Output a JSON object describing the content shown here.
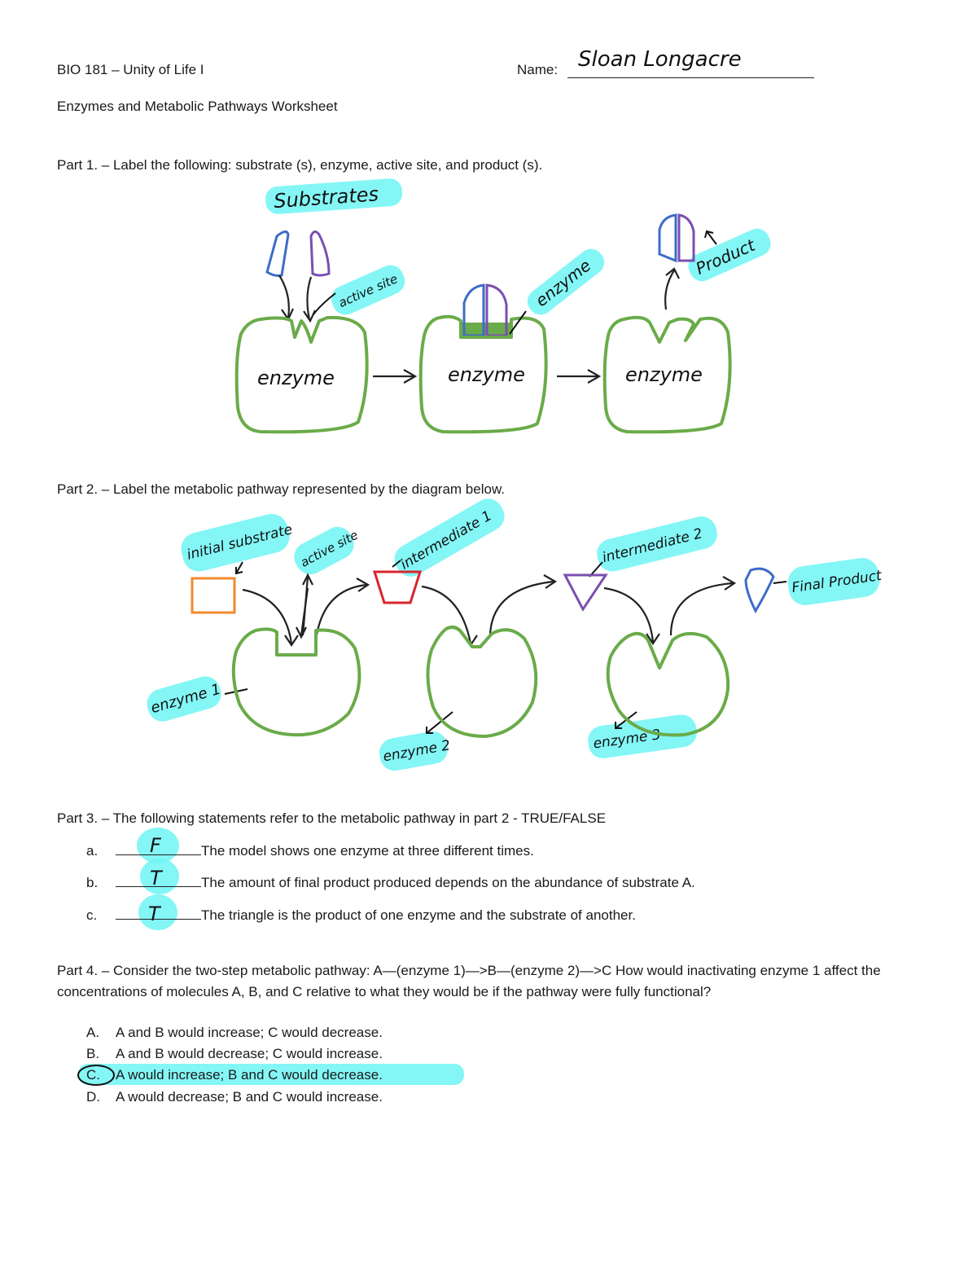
{
  "header": {
    "course": "BIO 181 – Unity of Life I",
    "name_label": "Name:",
    "name_value": "Sloan Longacre",
    "worksheet_title": "Enzymes and Metabolic Pathways Worksheet"
  },
  "part1": {
    "prompt": "Part 1. – Label the following: substrate (s), enzyme, active site, and product (s).",
    "labels": {
      "substrates": "Substrates",
      "active_site": "active site",
      "enzyme": "enzyme",
      "product": "Product",
      "enzyme_body": "enzyme"
    }
  },
  "part2": {
    "prompt": "Part 2. – Label the metabolic pathway represented by the diagram below.",
    "labels": {
      "initial_substrate": "initial substrate",
      "active_site": "active site",
      "intermediate_1": "intermediate 1",
      "intermediate_2": "intermediate 2",
      "final_product": "Final Product",
      "enzyme_1": "enzyme 1",
      "enzyme_2": "enzyme 2",
      "enzyme_3": "enzyme 3"
    },
    "colors": {
      "square": "#f08a2c",
      "trapezoid": "#d9262e",
      "triangle": "#7a4fb0",
      "half_circle": "#3d6cc9"
    }
  },
  "part3": {
    "prompt": "Part 3. – The following statements refer to the metabolic pathway in part 2 - TRUE/FALSE",
    "items": [
      {
        "letter": "a.",
        "answer": "F",
        "statement": "The model shows one enzyme at three different times."
      },
      {
        "letter": "b.",
        "answer": "T",
        "statement": "The amount of final product produced depends on the abundance of substrate A."
      },
      {
        "letter": "c.",
        "answer": "T",
        "statement": "The triangle is the product of one enzyme and the substrate of another."
      }
    ]
  },
  "part4": {
    "prompt": "Part 4. – Consider the two-step metabolic pathway: A—(enzyme 1)—>B—(enzyme 2)—>C How would inactivating enzyme 1 affect the concentrations of molecules A, B, and C relative to what they would be if the pathway were fully functional?",
    "options": [
      {
        "letter": "A.",
        "text": "A and B would increase; C would decrease."
      },
      {
        "letter": "B.",
        "text": "A and B would decrease; C would increase."
      },
      {
        "letter": "C.",
        "text": "A would increase; B and C would decrease."
      },
      {
        "letter": "D.",
        "text": "A would decrease; B and C would increase."
      }
    ],
    "selected": "C"
  },
  "accent_colors": {
    "highlighter": "#6ef5f5",
    "enzyme_outline": "#6aab4a"
  }
}
